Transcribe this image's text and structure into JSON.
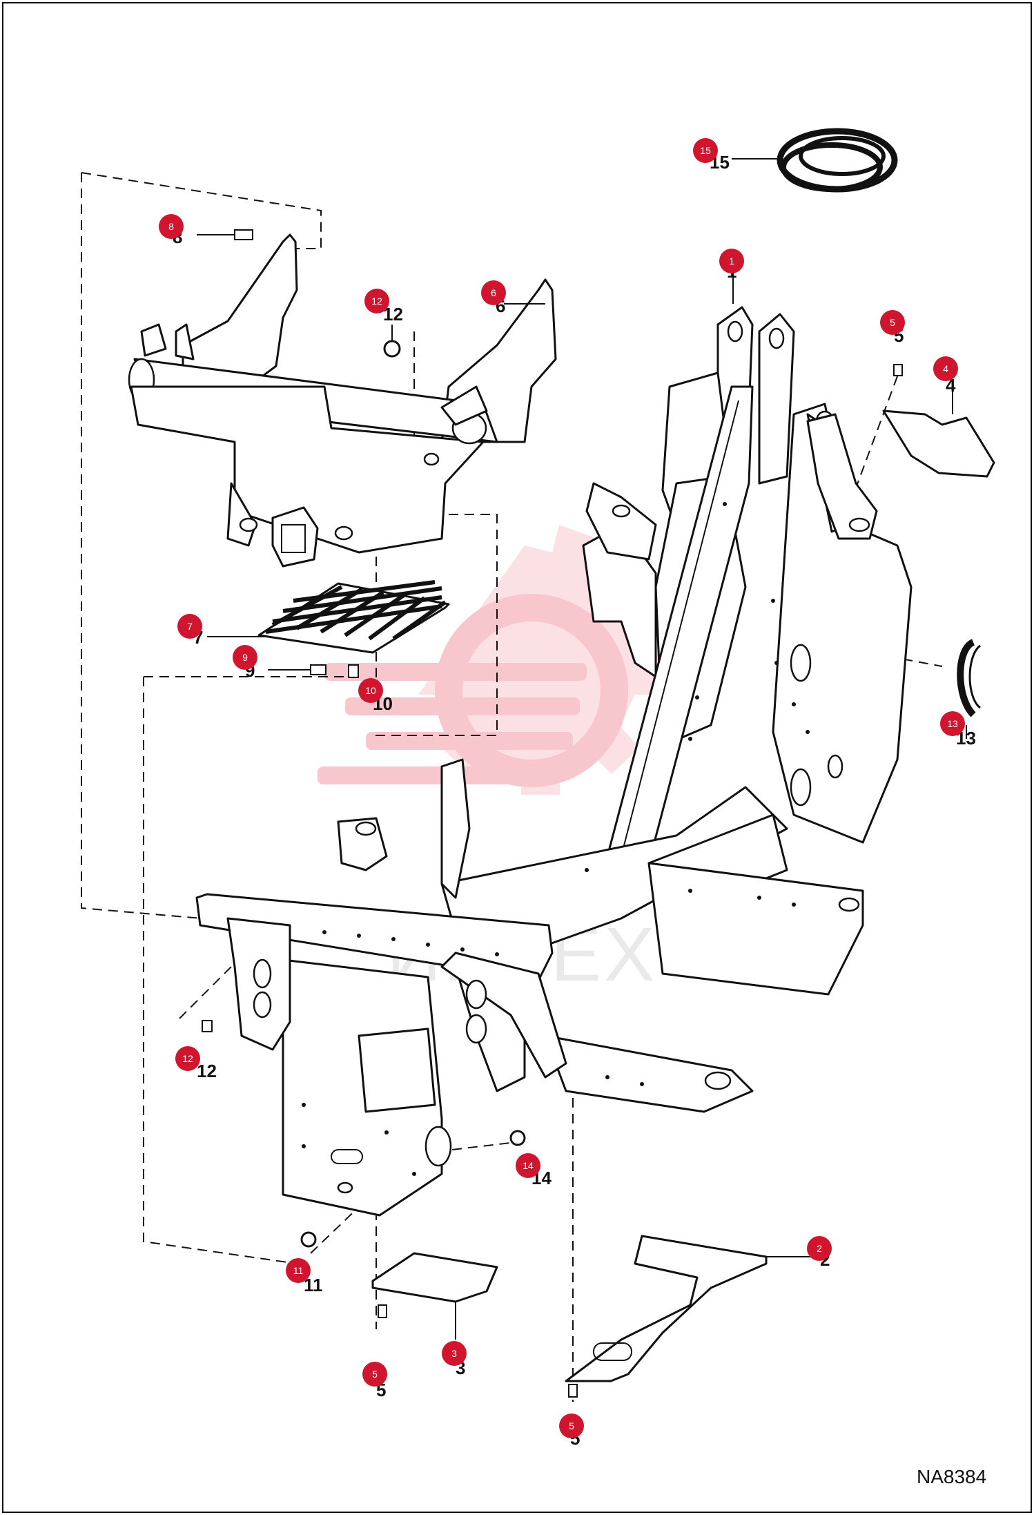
{
  "diagram": {
    "drawing_id": "NA8384",
    "watermark_text": "ИНТЕХ",
    "callout_color": "#d0152f",
    "watermark_color": "#f39aa5",
    "callouts": [
      {
        "id": "c1",
        "label": "1"
      },
      {
        "id": "c2",
        "label": "2"
      },
      {
        "id": "c3",
        "label": "3"
      },
      {
        "id": "c4",
        "label": "4"
      },
      {
        "id": "c5a",
        "label": "5"
      },
      {
        "id": "c5b",
        "label": "5"
      },
      {
        "id": "c5c",
        "label": "5"
      },
      {
        "id": "c6",
        "label": "6"
      },
      {
        "id": "c7",
        "label": "7"
      },
      {
        "id": "c8",
        "label": "8"
      },
      {
        "id": "c9",
        "label": "9"
      },
      {
        "id": "c10",
        "label": "10"
      },
      {
        "id": "c11",
        "label": "11"
      },
      {
        "id": "c12a",
        "label": "12"
      },
      {
        "id": "c12b",
        "label": "12"
      },
      {
        "id": "c13",
        "label": "13"
      },
      {
        "id": "c14",
        "label": "14"
      },
      {
        "id": "c15",
        "label": "15"
      }
    ]
  }
}
